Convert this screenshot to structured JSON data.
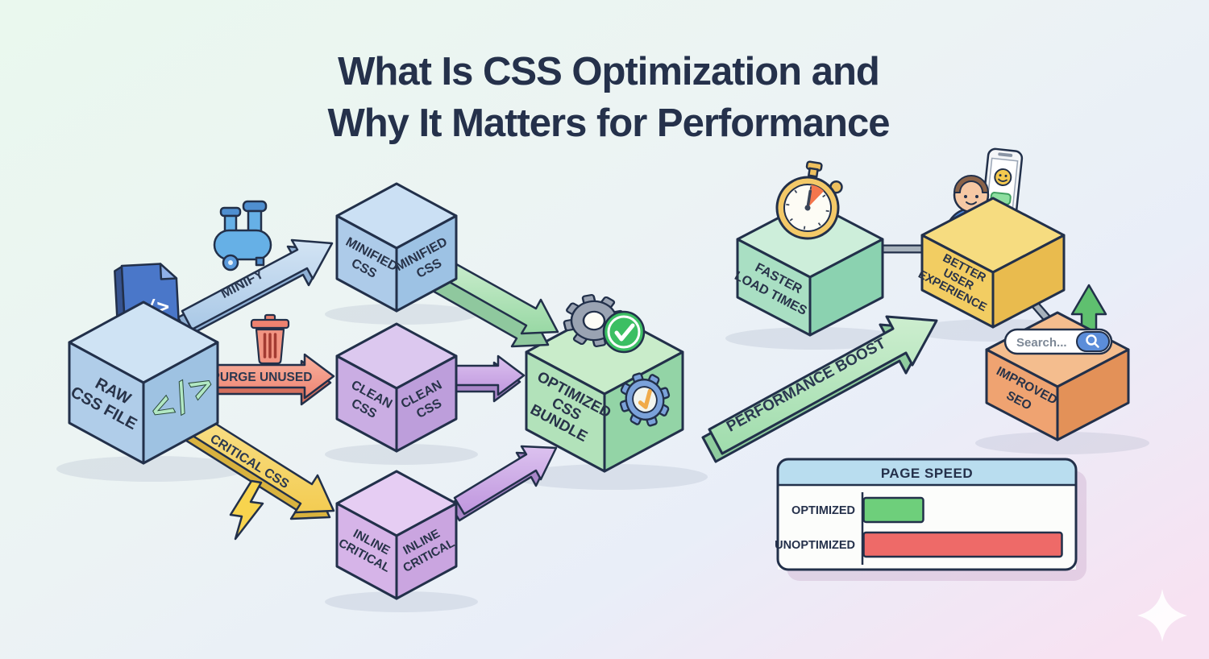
{
  "title": {
    "line1": "What Is CSS Optimization and",
    "line2": "Why It Matters for Performance"
  },
  "flow": {
    "raw_box": {
      "lines": [
        "RAW",
        "CSS FILE"
      ],
      "file_glyph": "</>",
      "face_glyph": "</>"
    },
    "minify_arrow_label": "MINIFY",
    "purge_arrow_label": "PURGE UNUSED",
    "critical_arrow_label": "CRITICAL CSS",
    "minified_box": {
      "lines": [
        "MINIFIED",
        "CSS"
      ]
    },
    "clean_box": {
      "lines": [
        "CLEAN",
        "CSS"
      ]
    },
    "inline_box": {
      "lines": [
        "INLINE",
        "CRITICAL"
      ]
    },
    "bundle_box": {
      "lines": [
        "OPTIMIZED",
        "CSS",
        "BUNDLE"
      ]
    }
  },
  "benefits": {
    "faster_box": {
      "lines": [
        "FASTER",
        "LOAD TIMES"
      ]
    },
    "better_box": {
      "lines": [
        "BETTER",
        "USER",
        "EXPERIENCE"
      ]
    },
    "seo_box": {
      "lines": [
        "IMPROVED",
        "SEO"
      ]
    },
    "boost_arrow_label": "PERFORMANCE BOOST",
    "search_bar": {
      "placeholder": "Search..."
    }
  },
  "page_speed_chart": {
    "title": "PAGE SPEED",
    "rows": [
      {
        "label": "OPTIMIZED"
      },
      {
        "label": "UNOPTIMIZED"
      }
    ]
  },
  "chart_data": {
    "type": "bar",
    "orientation": "horizontal",
    "title": "PAGE SPEED",
    "categories": [
      "OPTIMIZED",
      "UNOPTIMIZED"
    ],
    "values_relative_percent": [
      30,
      100
    ],
    "colors": [
      "#6ecf7b",
      "#ee6a68"
    ],
    "note": "no numeric axis in image; bar lengths are relative page load time"
  },
  "icons": {
    "compressor-icon": "air compressor illustration above MINIFY arrow",
    "trash-icon": "trash can above PURGE UNUSED arrow",
    "lightning-icon": "lightning bolt beside CRITICAL CSS arrow",
    "css-file-icon": "code file sitting on RAW CSS FILE box",
    "code-glyph": "</>",
    "gear-icon": "gear with green checkmark on OPTIMIZED CSS BUNDLE",
    "gear-check-icon": "blue gear with orange check on bundle side face",
    "stopwatch-icon": "stopwatch on FASTER LOAD TIMES box",
    "user-phone-icon": "person with smiling phone on BETTER USER EXPERIENCE box",
    "search-bar-icon": "search pill with magnifier on IMPROVED SEO box",
    "up-arrow-icon": "green growth arrow behind IMPROVED SEO box",
    "sparkle-icon": "white four point sparkle bottom right"
  },
  "colors": {
    "background_top_left": "#ebf8ef",
    "background_top_right": "#e9eef8",
    "background_bottom_right": "#f7e2f2",
    "outline": "#22304a",
    "title_text": "#25314b",
    "raw_box": "#aecbe8",
    "minified_box": "#b5d2ec",
    "clean_box": "#cbaee4",
    "inline_box": "#d7b6e9",
    "bundle_box": "#aee2b8",
    "faster_box": "#a9dfc3",
    "better_box": "#f2cd62",
    "seo_box": "#efa371",
    "minify_arrow": "#b9d4ec",
    "purge_arrow": "#f2907e",
    "critical_arrow": "#f6d469",
    "boost_arrow": "#b6e6c0",
    "optimized_bar": "#6ecf7b",
    "unoptimized_bar": "#ee6a68",
    "chart_header": "#b9ddef"
  }
}
